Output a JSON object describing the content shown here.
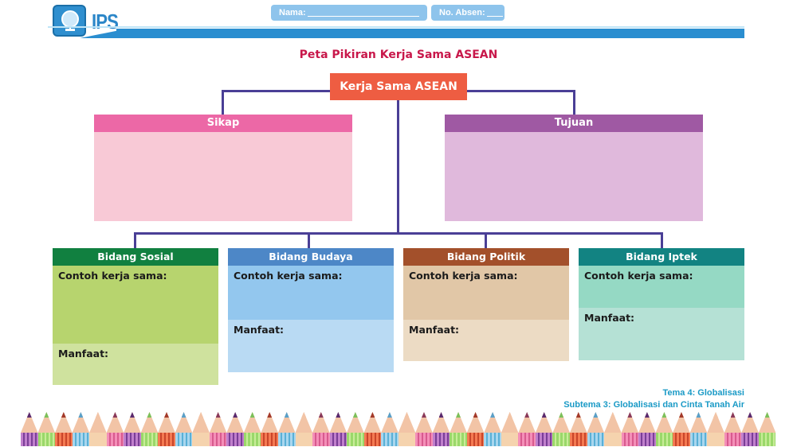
{
  "header": {
    "subject": "IPS",
    "logo_icon": "globe-icon",
    "name_label": "Nama:",
    "absen_label": "No. Absen:"
  },
  "title": "Peta Pikiran Kerja Sama ASEAN",
  "center_node": "Kerja Sama ASEAN",
  "top_boxes": [
    {
      "title": "Sikap",
      "header_color": "#ec68a6",
      "body_color": "#f8c9d6",
      "content": ""
    },
    {
      "title": "Tujuan",
      "header_color": "#9f59a3",
      "body_color": "#e0b9dc",
      "content": ""
    }
  ],
  "bidang": [
    {
      "title": "Bidang Sosial",
      "example_label": "Contoh kerja sama:",
      "benefit_label": "Manfaat:",
      "header_color": "#118040"
    },
    {
      "title": "Bidang Budaya",
      "example_label": "Contoh kerja sama:",
      "benefit_label": "Manfaat:",
      "header_color": "#4d87c7"
    },
    {
      "title": "Bidang Politik",
      "example_label": "Contoh kerja sama:",
      "benefit_label": "Manfaat:",
      "header_color": "#a3502b"
    },
    {
      "title": "Bidang Iptek",
      "example_label": "Contoh kerja sama:",
      "benefit_label": "Manfaat:",
      "header_color": "#128382"
    }
  ],
  "footer": {
    "tema": "Tema 4: Globalisasi",
    "subtema": "Subtema 3: Globalisasi dan Cinta Tanah Air"
  },
  "colors": {
    "connector": "#4a3f96",
    "title": "#c8174a",
    "center": "#ee5d42",
    "brand_blue": "#2a8ed0"
  }
}
